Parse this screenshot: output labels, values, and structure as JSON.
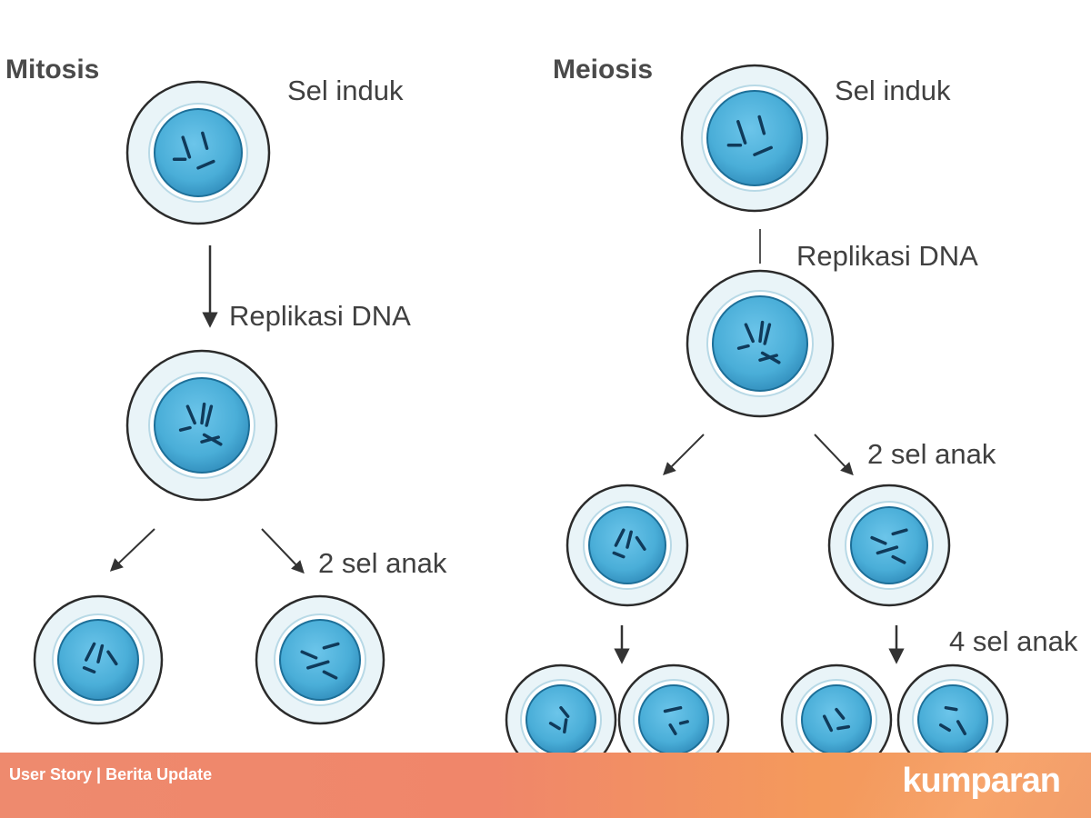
{
  "labels": {
    "mitosis_title": "Mitosis",
    "meiosis_title": "Meiosis",
    "mitosis_parent": "Sel induk",
    "meiosis_parent": "Sel induk",
    "mitosis_replication": "Replikasi DNA",
    "meiosis_replication": "Replikasi DNA",
    "mitosis_two_daughters": "2 sel anak",
    "meiosis_two_daughters": "2 sel anak",
    "meiosis_four_daughters": "4 sel anak"
  },
  "footer": {
    "caption": "User Story | Berita Update",
    "logo": "kumparan"
  },
  "colors": {
    "cell_outer": "#e9f4f8",
    "cell_outline": "#2b2b2b",
    "nucleus": "#4aaed8",
    "nucleus_edge": "#1d6f98",
    "chromosome": "#103a5a",
    "footer_orange": "#f0866a"
  }
}
